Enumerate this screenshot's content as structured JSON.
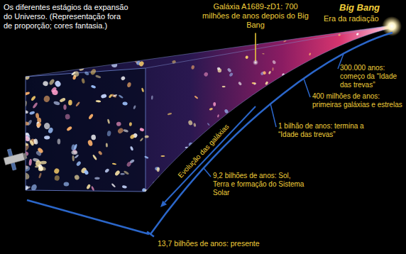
{
  "diagram": {
    "title": "Os diferentes estágios da expansão do Universo. (Representação fora de proporção; cores fantasia.)",
    "labels": [
      "Galáxia A1689-zD1: 700 milhões de anos depois do Big Bang",
      "Big Bang",
      "Era da radiação",
      "300.000 anos: começo da “Idade das trevas”",
      "400 milhões de anos: primeiras galáxias e estrelas",
      "1 bilhão de anos: termina a “Idade das trevas”",
      "Evolução das galáxias",
      "9,2 bilhões de anos: Sol, Terra e formação do Sistema Solar",
      "13,7 bilhões de anos: presente"
    ]
  }
}
